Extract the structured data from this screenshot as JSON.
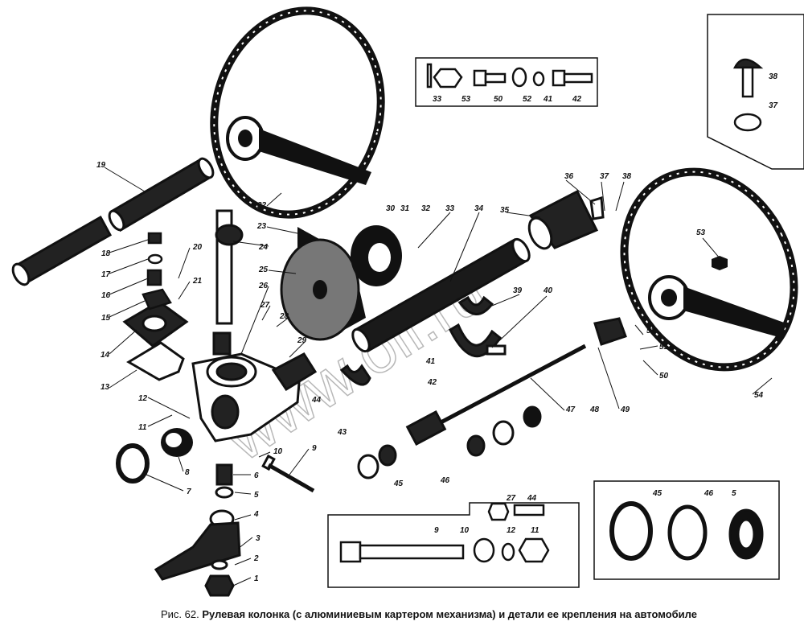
{
  "caption": {
    "fig_label": "Рис. 62.",
    "title": "Рулевая колонка (с алюминиевым картером механизма) и детали ее крепления на автомобиле"
  },
  "watermark": "www.oil.ru",
  "colors": {
    "ink": "#111111",
    "paper": "#ffffff",
    "watermark": "#b8b8b8"
  },
  "parts": [
    "1",
    "2",
    "3",
    "4",
    "5",
    "6",
    "7",
    "8",
    "9",
    "10",
    "11",
    "12",
    "13",
    "14",
    "15",
    "16",
    "17",
    "18",
    "19",
    "20",
    "21",
    "22",
    "23",
    "24",
    "25",
    "26",
    "27",
    "28",
    "29",
    "30",
    "31",
    "32",
    "33",
    "34",
    "35",
    "36",
    "37",
    "38",
    "39",
    "40",
    "41",
    "42",
    "43",
    "44",
    "45",
    "46",
    "47",
    "48",
    "49",
    "50",
    "51",
    "52",
    "53",
    "54"
  ],
  "inset_fasteners": [
    "33",
    "53",
    "50",
    "52",
    "41",
    "42"
  ],
  "inset_bolt": [
    "38",
    "37"
  ],
  "inset_shaft_hardware": [
    "9",
    "10",
    "12",
    "11",
    "27",
    "44"
  ],
  "inset_bearings": [
    "45",
    "46",
    "5"
  ]
}
